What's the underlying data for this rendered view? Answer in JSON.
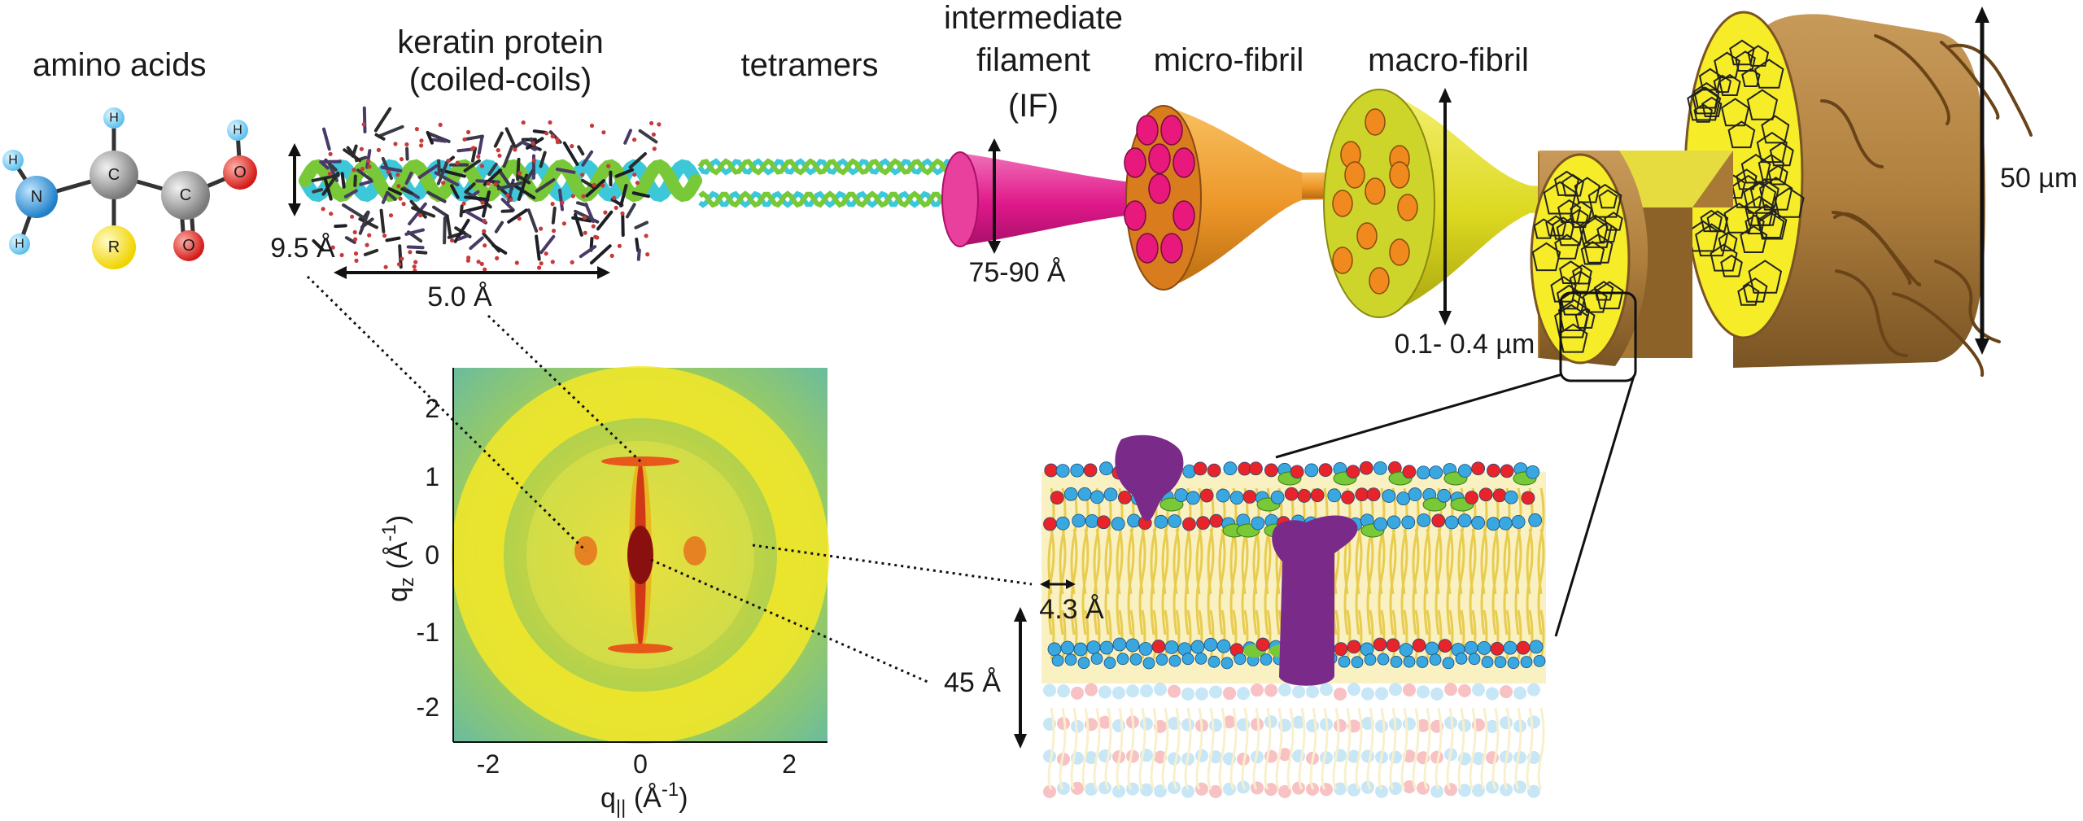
{
  "labels": {
    "amino_acids": "amino acids",
    "keratin_line1": "keratin protein",
    "keratin_line2": "(coiled-coils)",
    "tetramers": "tetramers",
    "if_line1": "intermediate",
    "if_line2": "filament",
    "if_line3": "(IF)",
    "micro_fibril": "micro-fibril",
    "macro_fibril": "macro-fibril"
  },
  "atoms": {
    "h": "H",
    "n": "N",
    "c": "C",
    "o": "O",
    "r": "R"
  },
  "dimensions": {
    "coil_height": "9.5 Å",
    "coil_length": "5.0 Å",
    "if_diameter": "75-90 Å",
    "macro_diameter": "0.1- 0.4 µm",
    "hair_diameter": "50 µm",
    "lipid_spacing": "4.3 Å",
    "bilayer_thickness": "45 Å"
  },
  "diffraction": {
    "x_ticks": [
      "-2",
      "0",
      "2"
    ],
    "y_ticks": [
      "2",
      "1",
      "0",
      "-1",
      "-2"
    ],
    "x_label": "q",
    "x_label_sub": "||",
    "x_label_unit": " (Å",
    "x_label_exp": "-1",
    "x_label_close": ")",
    "y_label": "q",
    "y_label_sub": "z",
    "y_label_unit": " (Å",
    "y_label_exp": "-1",
    "y_label_close": ")"
  },
  "colors": {
    "if_magenta": "#e0188a",
    "micro_orange": "#f0a030",
    "macro_yellow": "#e8e030",
    "hair_brown": "#a8783a",
    "cortex_yellow": "#f6ec28",
    "lipid_blue": "#3aa8e0",
    "lipid_red": "#e8242a",
    "protein_purple": "#7a2a88"
  }
}
